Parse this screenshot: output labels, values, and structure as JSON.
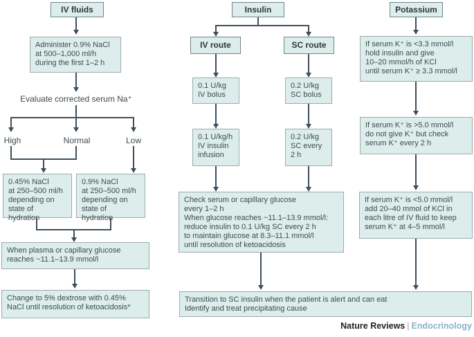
{
  "columns": {
    "iv_fluids": {
      "header": "IV fluids",
      "administer": "Administer 0.9% NaCl\nat 500–1,000 ml/h\nduring the first 1–2 h",
      "evaluate_label": "Evaluate corrected serum Na⁺",
      "branch_high": "High",
      "branch_normal": "Normal",
      "branch_low": "Low",
      "nacl_045": "0.45% NaCl\nat 250–500 ml/h\ndepending on\nstate of hydration",
      "nacl_09": "0.9% NaCl\nat 250–500 ml/h\ndepending on\nstate of hydration",
      "when_glucose": "When plasma or capillary glucose\nreaches ~11.1–13.9 mmol/l",
      "change_dextrose": "Change to 5% dextrose with 0.45%\nNaCl until resolution of ketoacidosis*"
    },
    "insulin": {
      "header": "Insulin",
      "iv_route": "IV route",
      "sc_route": "SC route",
      "iv_bolus": "0.1 U/kg\nIV bolus",
      "sc_bolus": "0.2 U/kg\nSC bolus",
      "iv_infusion": "0.1 U/kg/h\nIV insulin\ninfusion",
      "sc_repeat": "0.2 U/kg\nSC every\n2 h",
      "check_glucose": "Check serum or capillary glucose\nevery 1–2 h\nWhen glucose reaches ~11.1–13.9 mmol/l:\nreduce insulin to 0.1 U/kg SC every 2 h\nto maintain glucose at 8.3–11.1 mmol/l\nuntil resolution of ketoacidosis"
    },
    "potassium": {
      "header": "Potassium",
      "low_k": "If serum K⁺ is <3.3 mmol/l\nhold insulin and give\n10–20 mmol/h of KCl\nuntil serum K⁺ ≥ 3.3 mmol/l",
      "high_k": "If serum K⁺ is >5.0 mmol/l\ndo not give K⁺ but check\nserum K⁺ every 2 h",
      "mid_k": "If serum K⁺ is <5.0 mmol/l\nadd 20–40 mmol of KCl in\neach litre of IV fluid to keep\nserum K⁺ at 4–5 mmol/l"
    }
  },
  "bottom": {
    "transition": "Transition to SC insulin when the patient is alert and can eat\nIdentify and treat precipitating cause"
  },
  "footer": {
    "journal": "Nature Reviews",
    "separator": "|",
    "section": "Endocrinology"
  },
  "colors": {
    "box_fill": "#dcedeb",
    "box_border": "#9caaab",
    "header_border": "#6f8489",
    "arrow": "#3e4e5a",
    "text": "#3d4a4c",
    "footer_accent": "#8ab3c7"
  }
}
